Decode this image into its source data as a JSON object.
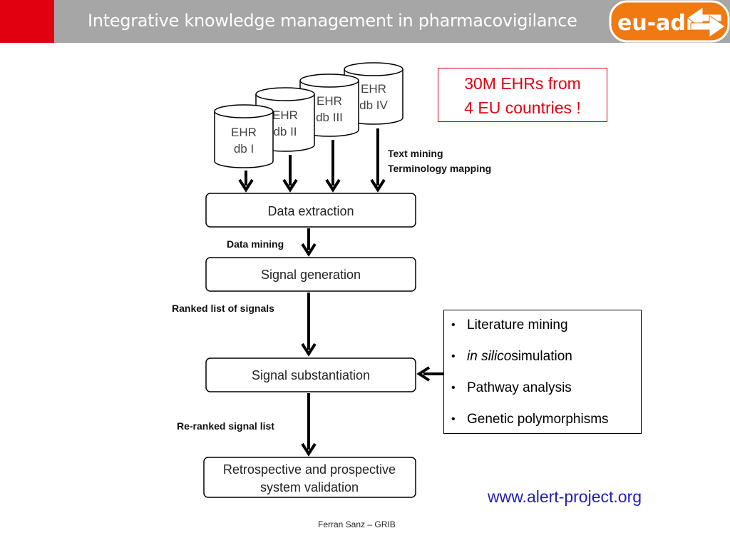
{
  "header": {
    "title": "Integrative knowledge management in pharmacovigilance",
    "logo_text": "eu-adr",
    "accent_red": "#e00010",
    "bar_gray": "#a6a6a6"
  },
  "databases": [
    {
      "line1": "EHR",
      "line2": "db I"
    },
    {
      "line1": "EHR",
      "line2": "db II"
    },
    {
      "line1": "EHR",
      "line2": "db III"
    },
    {
      "line1": "EHR",
      "line2": "db IV"
    }
  ],
  "flow": {
    "steps": [
      "Data extraction",
      "Signal generation",
      "Signal substantiation",
      "Retrospective and prospective",
      "system validation"
    ],
    "labels": {
      "text_mining": "Text mining",
      "terminology_mapping": "Terminology mapping",
      "data_mining": "Data mining",
      "ranked": "Ranked list of signals",
      "reranked": "Re-ranked signal list"
    }
  },
  "callout": {
    "line1": "30M EHRs from",
    "line2": "4 EU countries !"
  },
  "methods": {
    "item1": "Literature mining",
    "item2_italic": "in silico",
    "item2_rest": "simulation",
    "item3": "Pathway analysis",
    "item4": "Genetic polymorphisms"
  },
  "url": "www.alert-project.org",
  "credit": "Ferran Sanz – GRIB"
}
